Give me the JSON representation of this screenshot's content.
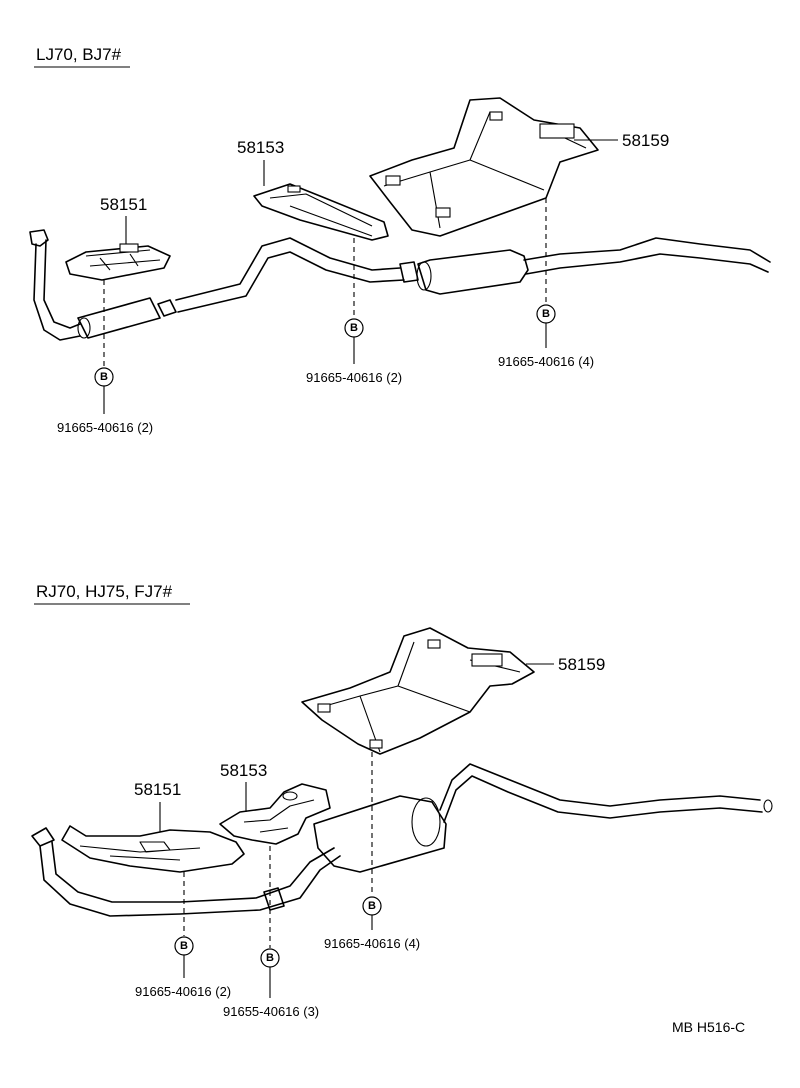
{
  "diagram": {
    "upper": {
      "heading": "LJ70, BJ7#",
      "parts": {
        "p58151": "58151",
        "p58153": "58153",
        "p58159": "58159"
      },
      "bolt_symbol": "B",
      "bolts": {
        "left": "91665-40616 (2)",
        "middle": "91665-40616 (2)",
        "right": "91665-40616 (4)"
      }
    },
    "lower": {
      "heading": "RJ70, HJ75, FJ7#",
      "parts": {
        "p58151": "58151",
        "p58153": "58153",
        "p58159": "58159"
      },
      "bolt_symbol": "B",
      "bolts": {
        "left": "91665-40616 (2)",
        "middle": "91655-40616 (3)",
        "right": "91665-40616 (4)"
      }
    },
    "footer": "MB  H516-C"
  }
}
